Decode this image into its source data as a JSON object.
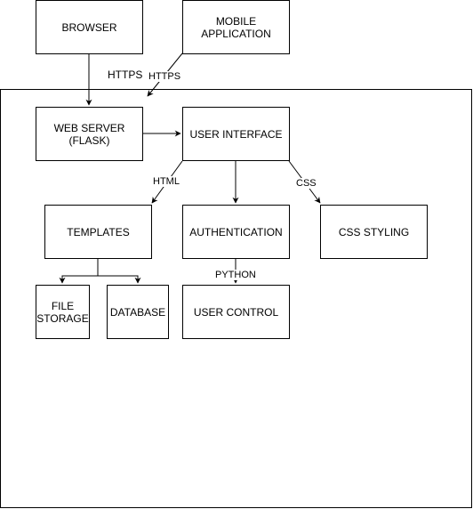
{
  "diagram": {
    "nodes": {
      "browser": "BROWSER",
      "mobile_app": "MOBILE\nAPPLICATION",
      "web_server": "WEB SERVER\n(FLASK)",
      "user_interface": "USER INTERFACE",
      "templates": "TEMPLATES",
      "authentication": "AUTHENTICATION",
      "css_styling": "CSS STYLING",
      "file_storage": "FILE\nSTORAGE",
      "database": "DATABASE",
      "user_control": "USER CONTROL"
    },
    "edges": {
      "browser_to_server": "HTTPS",
      "mobile_to_server": "HTTPS",
      "ui_to_templates": "HTML",
      "ui_to_css": "CSS",
      "auth_to_user_control": "PYTHON"
    }
  }
}
